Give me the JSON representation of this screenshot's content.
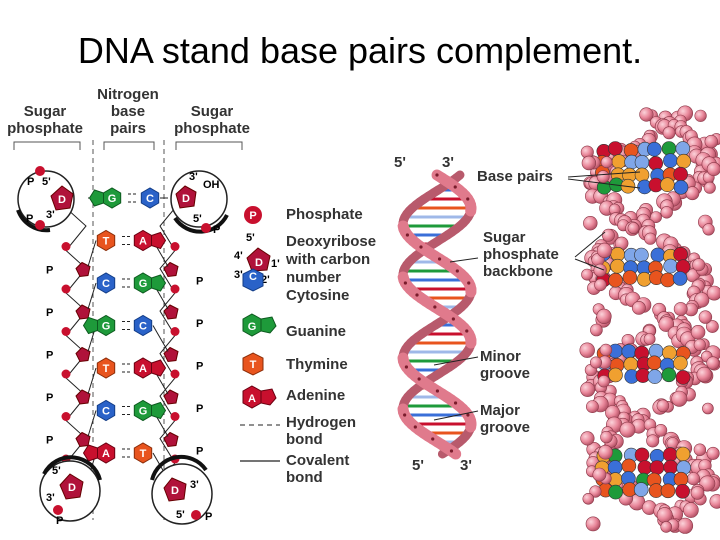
{
  "slide": {
    "title": "DNA stand base pairs complement."
  },
  "headers": {
    "left_sugar_phosphate": [
      "Sugar",
      "phosphate"
    ],
    "nitrogen_base_pairs": [
      "Nitrogen",
      "base",
      "pairs"
    ],
    "right_sugar_phosphate": [
      "Sugar",
      "phosphate"
    ]
  },
  "ladder": {
    "phosphate_symbol": "P",
    "deoxyribose_symbol": "D",
    "prime_5": "5'",
    "prime_3": "3'",
    "hydroxyl": "OH",
    "rows": [
      {
        "left": "G",
        "right": "C"
      },
      {
        "left": "T",
        "right": "A"
      },
      {
        "left": "C",
        "right": "G"
      },
      {
        "left": "G",
        "right": "C"
      },
      {
        "left": "T",
        "right": "A"
      },
      {
        "left": "C",
        "right": "G"
      },
      {
        "left": "A",
        "right": "T"
      }
    ]
  },
  "legend": {
    "phosphate": {
      "symbol": "P",
      "label": "Phosphate"
    },
    "deoxyribose": {
      "symbol": "D",
      "label": [
        "Deoxyribose",
        "with carbon",
        "number"
      ],
      "carbons": [
        "5'",
        "4'",
        "1'",
        "3'",
        "2'"
      ]
    },
    "cytosine": {
      "symbol": "C",
      "label": "Cytosine"
    },
    "guanine": {
      "symbol": "G",
      "label": "Guanine"
    },
    "thymine": {
      "symbol": "T",
      "label": "Thymine"
    },
    "adenine": {
      "symbol": "A",
      "label": "Adenine"
    },
    "hydrogen_bond": {
      "label": [
        "Hydrogen",
        "bond"
      ]
    },
    "covalent_bond": {
      "label": [
        "Covalent",
        "bond"
      ]
    }
  },
  "helix": {
    "top_left": "5'",
    "top_right": "3'",
    "bottom_left": "5'",
    "bottom_right": "3'",
    "labels": {
      "base_pairs": "Base pairs",
      "backbone": [
        "Sugar",
        "phosphate",
        "backbone"
      ],
      "minor_groove": [
        "Minor",
        "groove"
      ],
      "major_groove": [
        "Major",
        "groove"
      ]
    }
  },
  "colors": {
    "guanine": "#1e9a3a",
    "cytosine": "#2a62c8",
    "thymine": "#e8541e",
    "adenine": "#c8102e",
    "phosphate": "#c8102e",
    "deoxyribose": "#b0123a",
    "backbone_pink": "#e07a8c",
    "atom_pink": "#ee8fa0"
  }
}
